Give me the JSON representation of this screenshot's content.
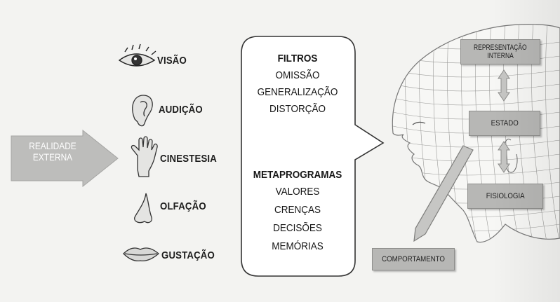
{
  "input": {
    "label_line1": "REALIDADE",
    "label_line2": "EXTERNA"
  },
  "senses": [
    {
      "icon": "eye-icon",
      "label": "VISÃO"
    },
    {
      "icon": "ear-icon",
      "label": "AUDIÇÃO"
    },
    {
      "icon": "hand-icon",
      "label": "CINESTESIA"
    },
    {
      "icon": "nose-icon",
      "label": "OLFAÇÃO"
    },
    {
      "icon": "lips-icon",
      "label": "GUSTAÇÃO"
    }
  ],
  "filters": {
    "heading": "FILTROS",
    "items": [
      "OMISSÃO",
      "GENERALIZAÇÃO",
      "DISTORÇÃO"
    ],
    "heading2": "METAPROGRAMAS",
    "items2": [
      "VALORES",
      "CRENÇAS",
      "DECISÕES",
      "MEMÓRIAS"
    ]
  },
  "outputs": {
    "representacao_line1": "REPRESENTAÇÃO",
    "representacao_line2": "INTERNA",
    "estado": "ESTADO",
    "fisiologia": "FISIOLOGIA",
    "comportamento": "COMPORTAMENTO"
  },
  "colors": {
    "grey_box": "#b7b7b5",
    "arrow_fill": "#c6c6c4",
    "text": "#1c1c1c"
  }
}
